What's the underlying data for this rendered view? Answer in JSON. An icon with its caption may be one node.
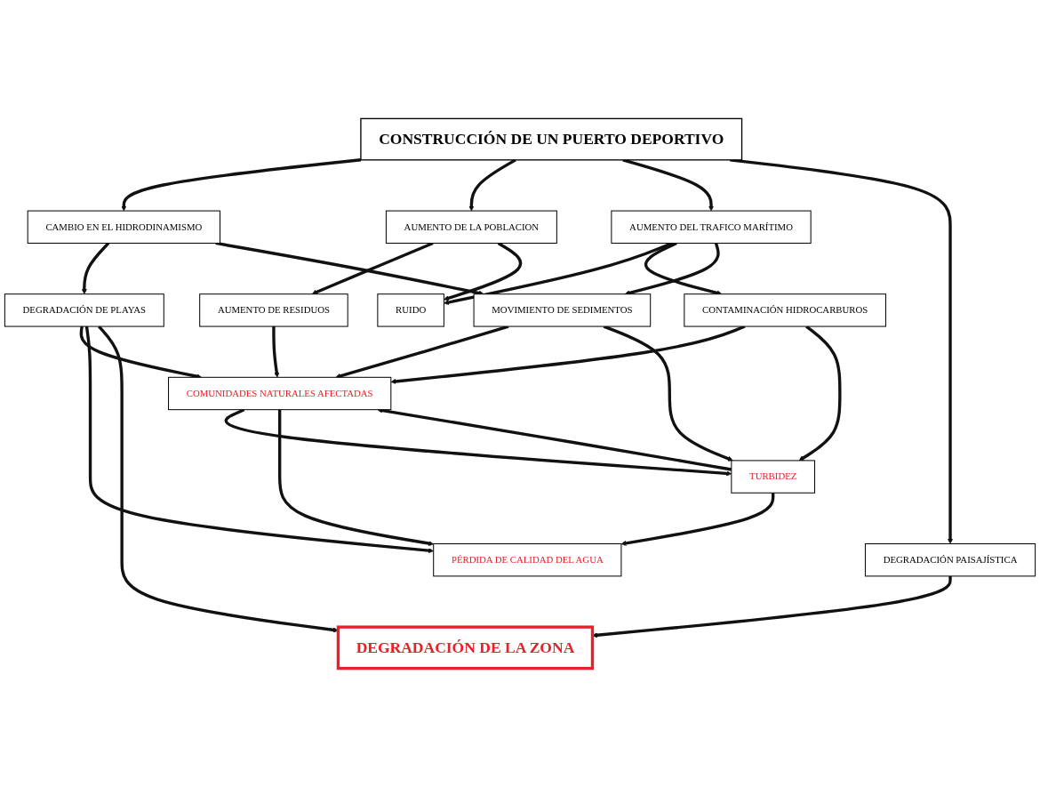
{
  "diagram": {
    "nodes": [
      {
        "text": [
          "CONSTRUCCIÓN DE UN PUERTO DEPORTIVO"
        ]
      },
      {
        "text": [
          "CAMBIO EN EL HIDRODINAMISMO"
        ]
      },
      {
        "text": [
          "AUMENTO DE LA POBLACION"
        ]
      },
      {
        "text": [
          "AUMENTO DEL TRAFICO MARÍTIMO"
        ]
      },
      {
        "text": [
          "DEGRADACIÓN PAISAJÍSTICA"
        ]
      },
      {
        "text": [
          "DEGRADACIÓN DE PLAYAS"
        ]
      },
      {
        "text": [
          "AUMENTO DE RESIDUOS"
        ]
      },
      {
        "text": [
          "RUIDO"
        ]
      },
      {
        "text": [
          "CONTAMINACIÓN HIDROCARBUROS"
        ]
      },
      {
        "text": [
          "MOVIMIENTO DE SEDIMENTOS"
        ]
      },
      {
        "text": [
          "COMUNIDADES NATURALES AFECTADAS"
        ]
      },
      {
        "text": [
          "TURBIDEZ"
        ]
      },
      {
        "text": [
          "PÉRDIDA DE CALIDAD DEL AGUA"
        ]
      },
      {
        "text": [
          "DEGRADACIÓN DE LA ZONA"
        ]
      }
    ],
    "edges": [
      {
        "from": 0,
        "to": 1,
        "arrow": "to"
      },
      {
        "from": 0,
        "to": 2,
        "arrow": "to"
      },
      {
        "from": 0,
        "to": 3,
        "arrow": "to"
      },
      {
        "from": 0,
        "to": 4,
        "arrow": "to"
      },
      {
        "from": 1,
        "to": 5,
        "arrow": "to"
      },
      {
        "from": 1,
        "to": 9,
        "arrow": "to"
      },
      {
        "from": 2,
        "to": 6,
        "arrow": "to"
      },
      {
        "from": 2,
        "to": 7,
        "arrow": "to"
      },
      {
        "from": 3,
        "to": 7,
        "arrow": "to"
      },
      {
        "from": 3,
        "to": 8,
        "arrow": "to"
      },
      {
        "from": 3,
        "to": 9,
        "arrow": "to"
      },
      {
        "from": 5,
        "to": 10,
        "arrow": "to"
      },
      {
        "from": 5,
        "to": 12,
        "arrow": "to"
      },
      {
        "from": 5,
        "to": 13,
        "arrow": "to"
      },
      {
        "from": 6,
        "to": 10,
        "arrow": "to"
      },
      {
        "from": 8,
        "to": 10,
        "arrow": "to"
      },
      {
        "from": 8,
        "to": 11,
        "arrow": "to"
      },
      {
        "from": 9,
        "to": 10,
        "arrow": "to"
      },
      {
        "from": 9,
        "to": 11,
        "arrow": "to"
      },
      {
        "from": 11,
        "to": 10,
        "arrow": "to"
      },
      {
        "from": 10,
        "to": 11,
        "arrow": "to"
      },
      {
        "from": 10,
        "to": 12,
        "arrow": "to"
      },
      {
        "from": 11,
        "to": 12,
        "arrow": "to"
      },
      {
        "from": 4,
        "to": 13,
        "arrow": "to"
      }
    ]
  }
}
